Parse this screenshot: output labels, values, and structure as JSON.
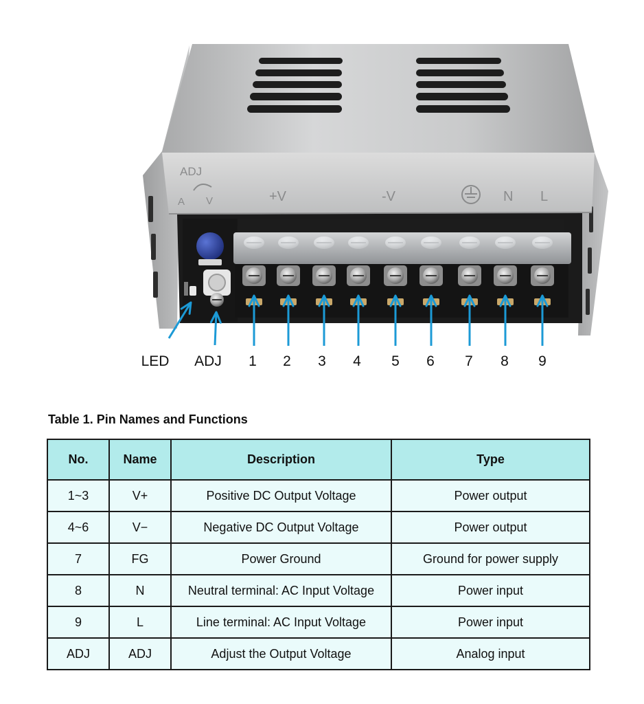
{
  "figure": {
    "case_markings": {
      "adj": "ADJ",
      "adj_arrow": "A",
      "adj_v": "V",
      "plus_v": "+V",
      "minus_v": "-V",
      "n": "N",
      "l": "L"
    },
    "callouts": [
      "LED",
      "ADJ",
      "1",
      "2",
      "3",
      "4",
      "5",
      "6",
      "7",
      "8",
      "9"
    ],
    "colors": {
      "callout_arrow": "#1c9ad6",
      "case_metal": "#c7c8c9",
      "terminal_block": "#1c1c1c",
      "capacitor": "#2a3f9a"
    }
  },
  "table": {
    "title": "Table 1. Pin Names and Functions",
    "headers": [
      "No.",
      "Name",
      "Description",
      "Type"
    ],
    "rows": [
      [
        "1~3",
        "V+",
        "Positive DC Output Voltage",
        "Power output"
      ],
      [
        "4~6",
        "V−",
        "Negative DC Output Voltage",
        "Power output"
      ],
      [
        "7",
        "FG",
        "Power Ground",
        "Ground for power supply"
      ],
      [
        "8",
        "N",
        "Neutral terminal: AC Input Voltage",
        "Power input"
      ],
      [
        "9",
        "L",
        "Line terminal: AC Input Voltage",
        "Power input"
      ],
      [
        "ADJ",
        "ADJ",
        "Adjust the Output Voltage",
        "Analog input"
      ]
    ],
    "colors": {
      "header_bg": "#b2ebeb",
      "cell_bg": "#eafbfb",
      "border": "#1a1a1a"
    }
  }
}
